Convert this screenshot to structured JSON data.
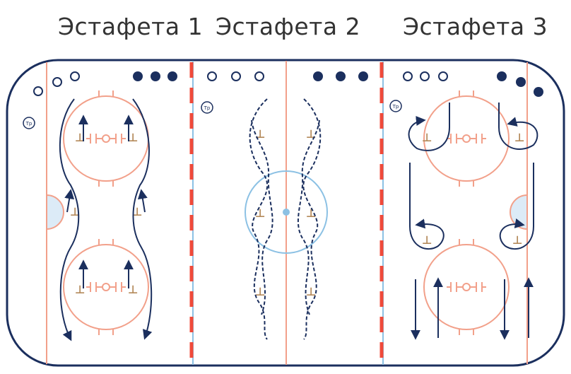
{
  "titles": [
    "Эстафета 1",
    "Эстафета 2",
    "Эстафета 3"
  ],
  "coach_label": "Тр",
  "cone_glyph": "⊥",
  "center_glyph": "⊣○⊢",
  "colors": {
    "navy": "#1b2f5e",
    "red_line": "#f04a3a",
    "faceoff": "#f2a08a",
    "blue_line": "#8cc1e4",
    "cone": "#b48a5a",
    "crease_fill": "#dcebf7"
  }
}
